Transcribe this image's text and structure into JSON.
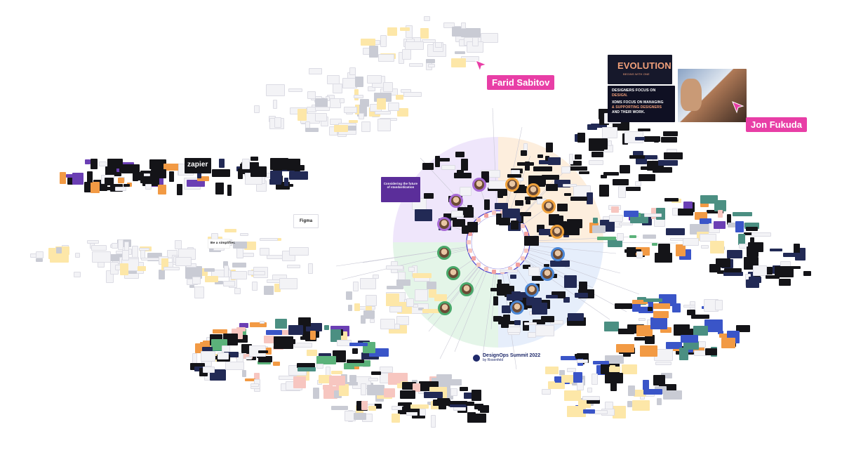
{
  "collaborators": [
    {
      "name": "Farid Sabitov",
      "color": "#e83ea6"
    },
    {
      "name": "Jon Fukuda",
      "color": "#e83ea6"
    }
  ],
  "hub": {
    "title": "DesignOps Summit 2022",
    "subtitle": "by Rosenfeld"
  },
  "slides": {
    "evolution_title": "EVOLUTION",
    "evolution_sub": "BEGINS WITH ONE",
    "designers_focus_line1": "DESIGNERS FOCUS ON",
    "designers_focus_line2": "DESIGN.",
    "xdms_line1": "XDMS FOCUS ON MANAGING",
    "xdms_line2": "& SUPPORTING DESIGNERS",
    "xdms_line3": "AND THEIR WORK.",
    "standardization": "Considering the future of standardization",
    "simplifier": "Be a simplifier.",
    "zapier": "zapier",
    "figma": "Figma"
  },
  "colors": {
    "cursor": "#e83ea6",
    "sector_purple": "#efe6fb",
    "sector_orange": "#fdeedd",
    "sector_green": "#e4f5e8",
    "sector_blue": "#e6eefb",
    "hub_ring": "#4a3ec9",
    "evolution_accent": "#f2a07a"
  }
}
